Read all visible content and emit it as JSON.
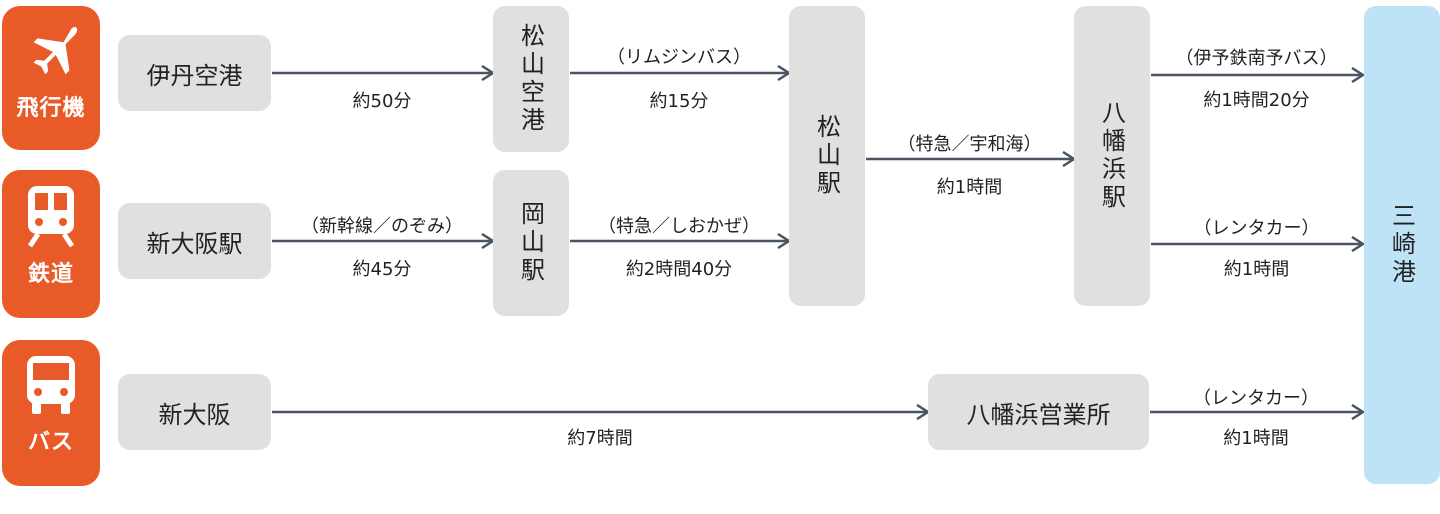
{
  "modes": {
    "air": {
      "label": "飛行機",
      "icon": "airplane-icon"
    },
    "rail": {
      "label": "鉄道",
      "icon": "train-icon"
    },
    "bus": {
      "label": "バス",
      "icon": "bus-icon"
    }
  },
  "stations": {
    "itami": "伊丹空港",
    "shin_osaka_station": "新大阪駅",
    "shin_osaka": "新大阪",
    "matsuyama_airport": "松山空港",
    "okayama": "岡山駅",
    "matsuyama_station": "松山駅",
    "yawatahama": "八幡浜駅",
    "yawatahama_office": "八幡浜営業所",
    "misaki": "三崎港"
  },
  "routes": {
    "itami_to_airport": {
      "via": "",
      "time": "約50分"
    },
    "airport_to_matsuyama": {
      "via": "（リムジンバス）",
      "time": "約15分"
    },
    "shinosaka_to_okayama": {
      "via": "（新幹線／のぞみ）",
      "time": "約45分"
    },
    "okayama_to_matsuyama": {
      "via": "（特急／しおかぜ）",
      "time": "約2時間40分"
    },
    "matsuyama_to_yawatahama": {
      "via": "（特急／宇和海）",
      "time": "約1時間"
    },
    "yawatahama_to_misaki_bus": {
      "via": "（伊予鉄南予バス）",
      "time": "約1時間20分"
    },
    "yawatahama_to_misaki_car": {
      "via": "（レンタカー）",
      "time": "約1時間"
    },
    "shinosaka_to_office": {
      "via": "",
      "time": "約7時間"
    },
    "office_to_misaki": {
      "via": "（レンタカー）",
      "time": "約1時間"
    }
  },
  "colors": {
    "mode_bg": "#e85a28",
    "box_bg": "#e0e0e0",
    "dest_bg": "#bfe3f6",
    "arrow": "#4a5463"
  }
}
